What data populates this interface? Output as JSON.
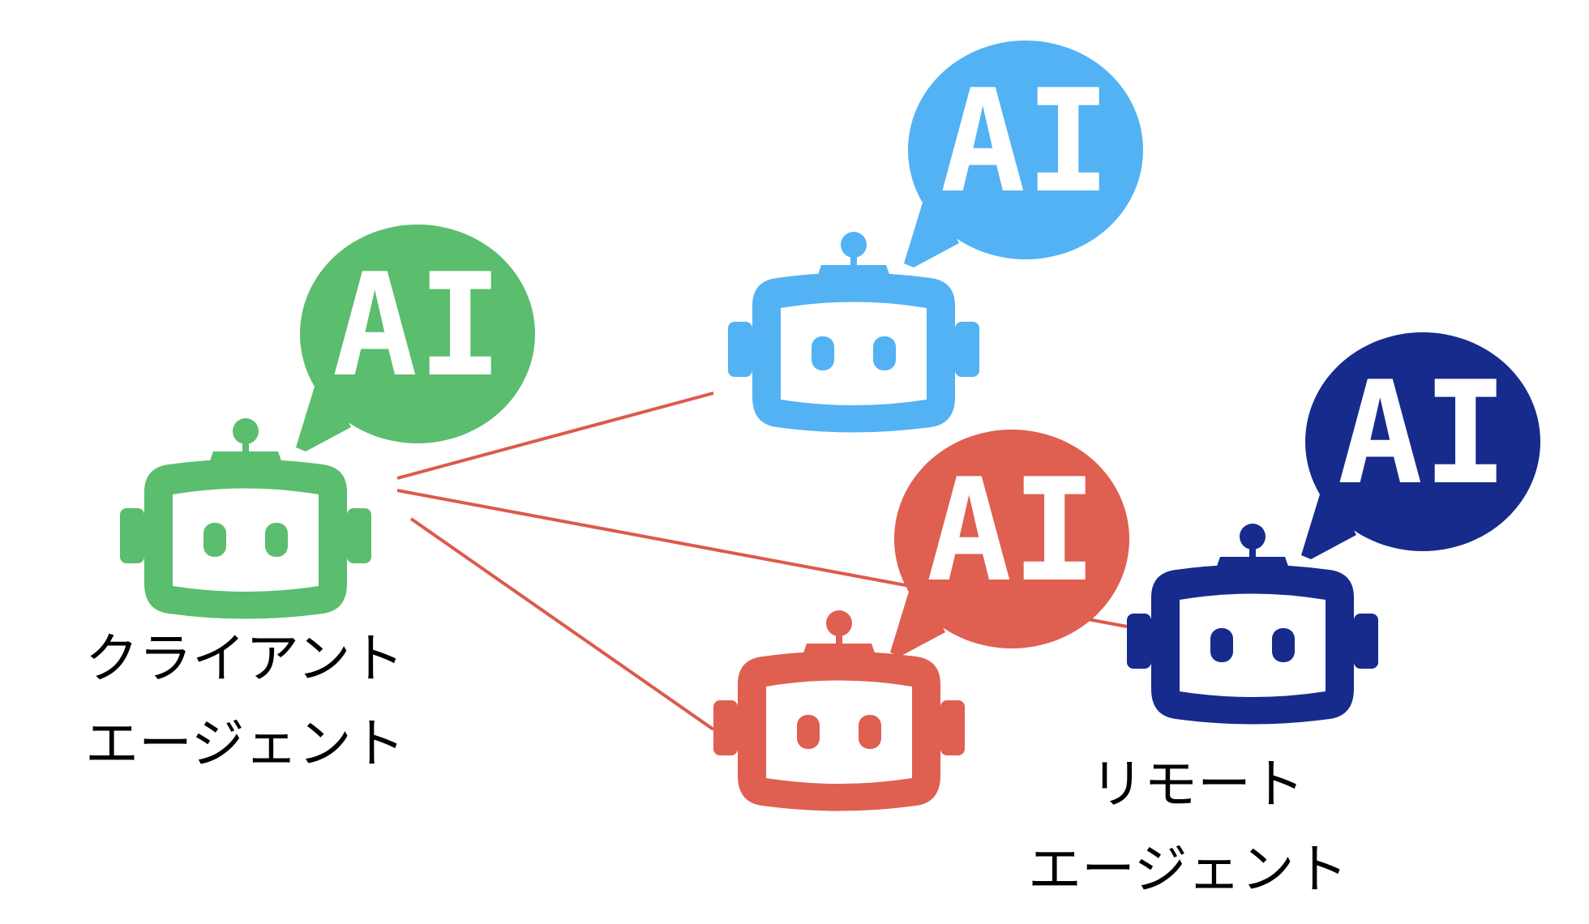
{
  "colors": {
    "client": "#5bbd6e",
    "remote_light_blue": "#53b2f3",
    "remote_red": "#df5f50",
    "remote_navy": "#172b8c",
    "connector": "#dc5a4d"
  },
  "client_agent": {
    "badge_text": "AI",
    "label_line1": "クライアント",
    "label_line2": "エージェント"
  },
  "remote_agents": [
    {
      "badge_text": "AI"
    },
    {
      "badge_text": "AI"
    },
    {
      "badge_text": "AI"
    }
  ],
  "remote_label": {
    "line1": "リモート",
    "line2": "エージェント"
  }
}
